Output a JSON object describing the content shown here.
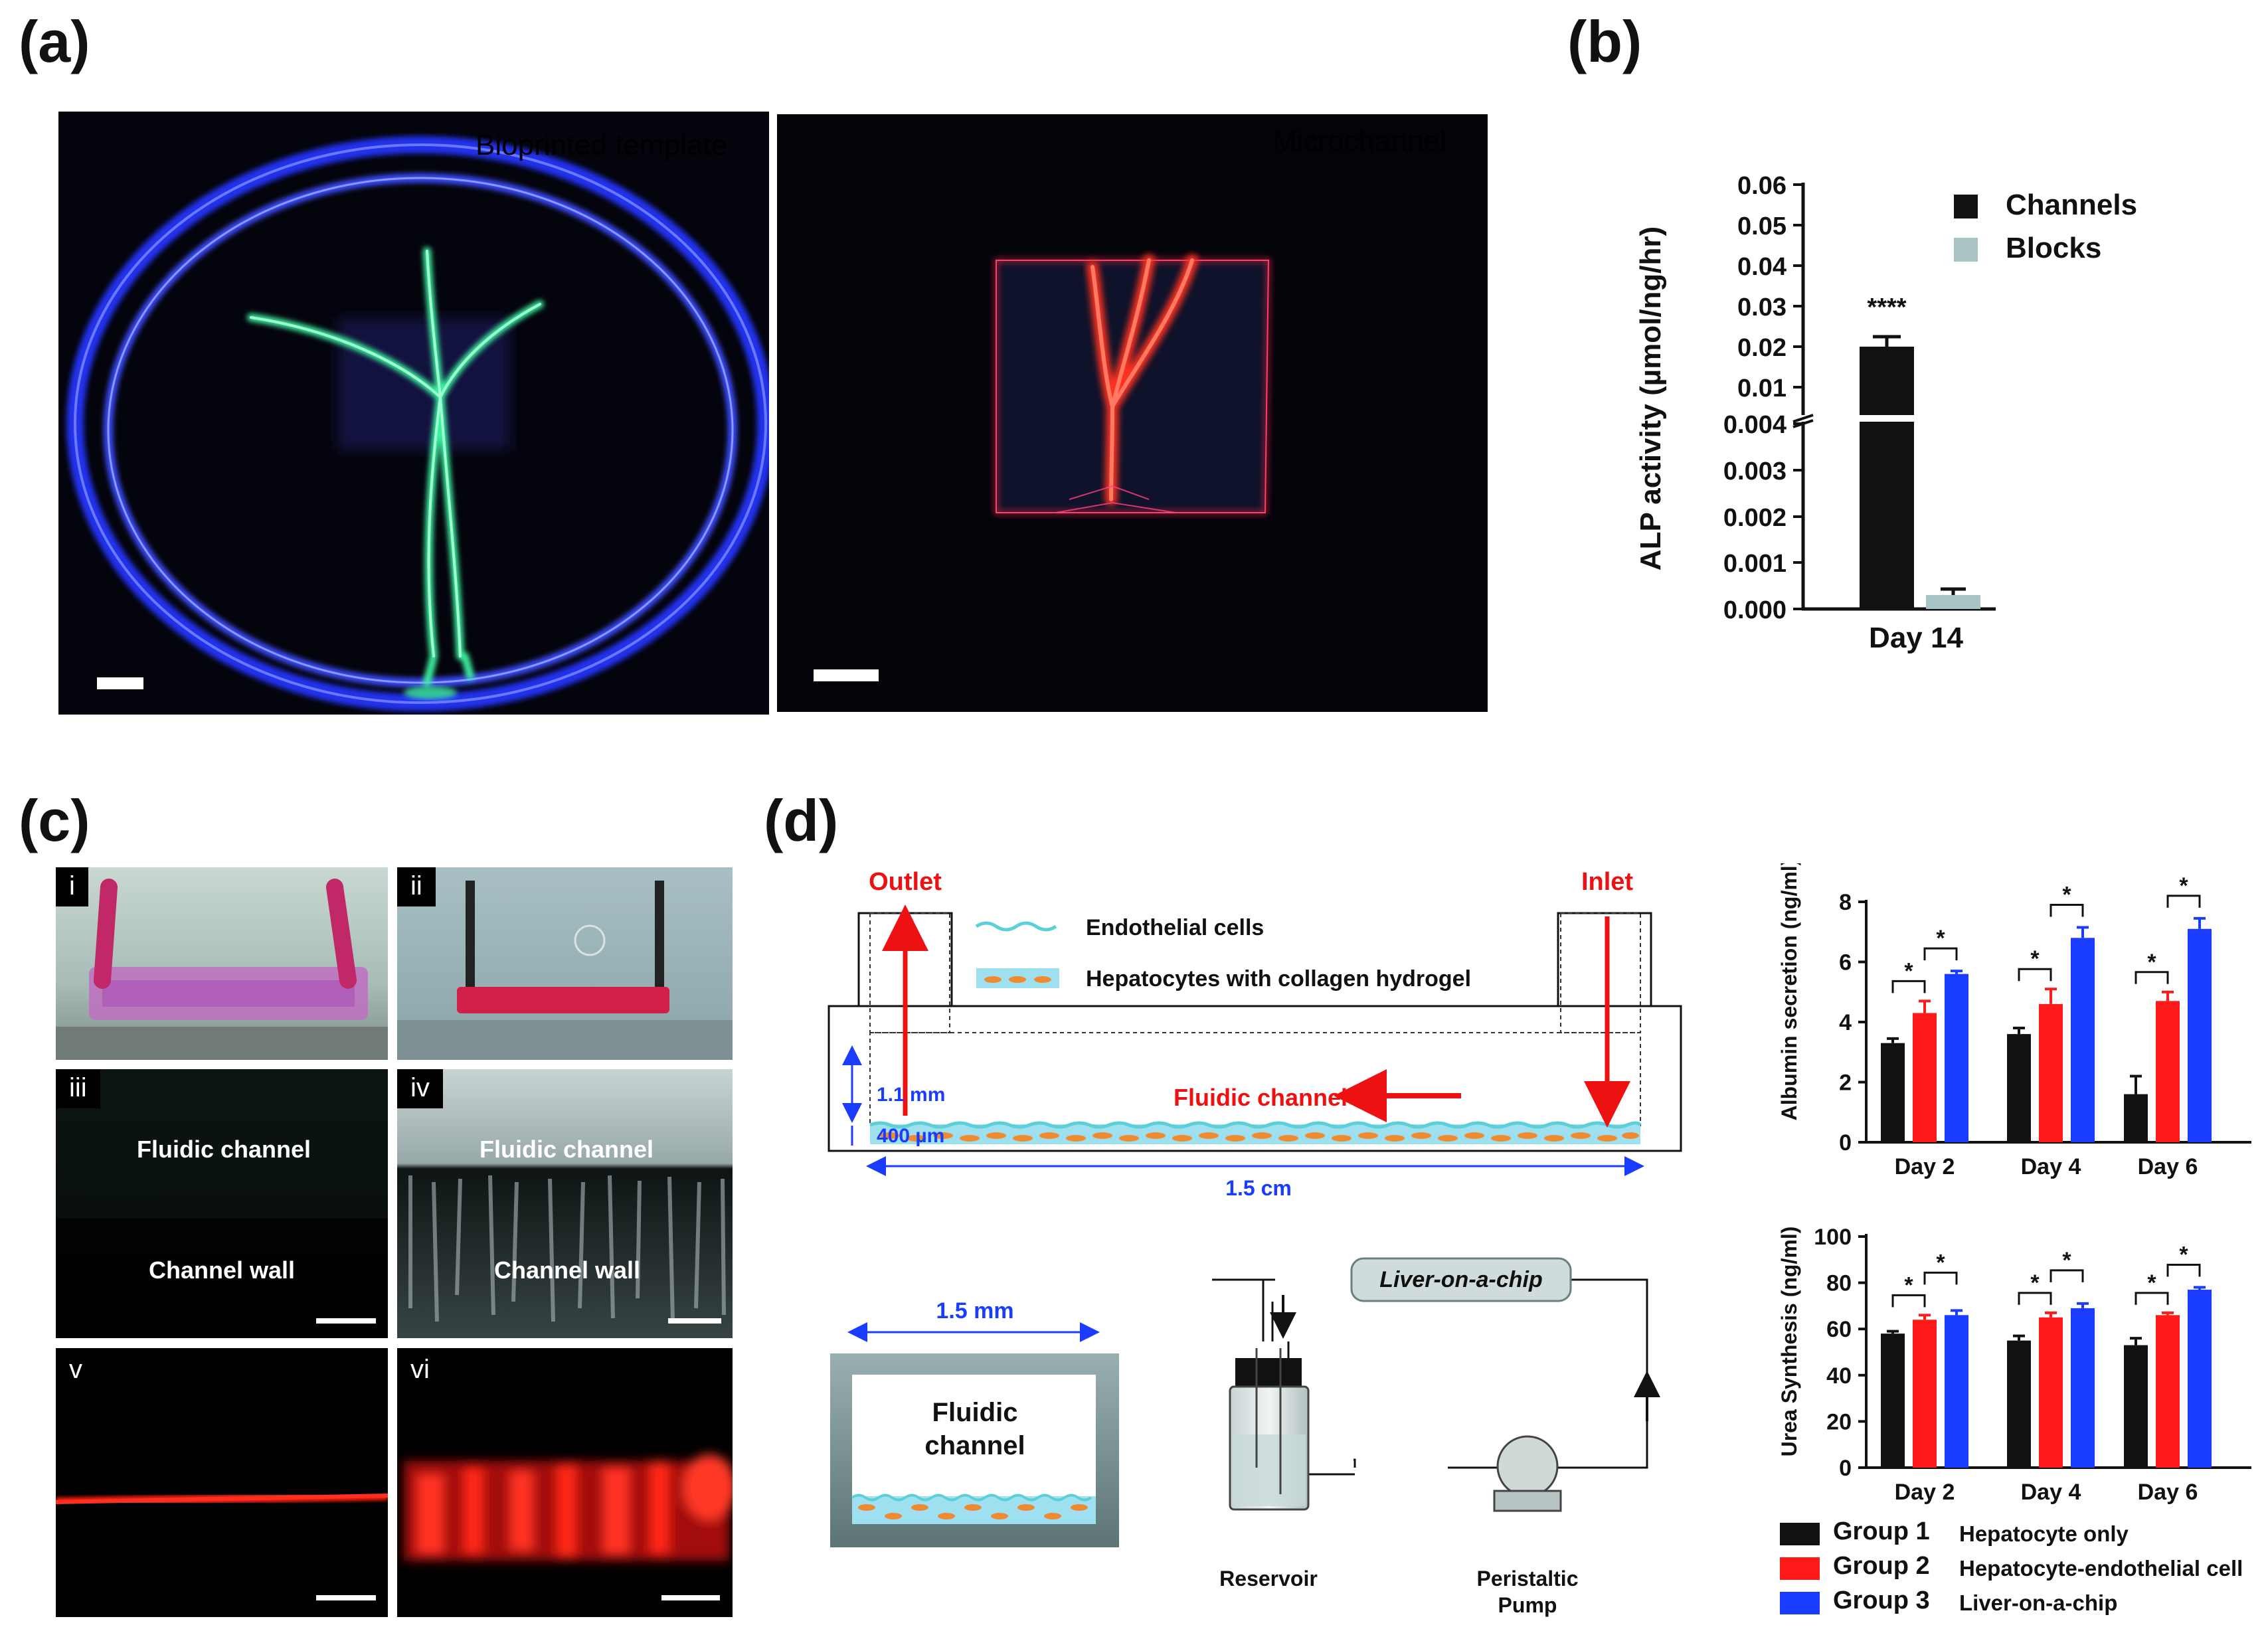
{
  "labels": {
    "a": "(a)",
    "b": "(b)",
    "c": "(c)",
    "d": "(d)"
  },
  "panel_a": {
    "left_caption": "Bioprinted template",
    "right_caption": "Microchannel",
    "left_caption_color": "#5ff0a8",
    "right_caption_color": "#a050f0"
  },
  "panel_b": {
    "ylabel": "ALP activity (µmol/ng/hr)",
    "xlabel": "Day 14",
    "significance": "****",
    "upper_ticks": [
      "0.06",
      "0.05",
      "0.04",
      "0.03",
      "0.02",
      "0.01"
    ],
    "lower_ticks": [
      "0.004",
      "0.003",
      "0.002",
      "0.001",
      "0.000"
    ],
    "legend": [
      {
        "name": "Channels",
        "color": "#111111"
      },
      {
        "name": "Blocks",
        "color": "#a8c4c4"
      }
    ]
  },
  "panel_c": {
    "tiles": [
      {
        "id": "i",
        "label": "i"
      },
      {
        "id": "ii",
        "label": "ii"
      },
      {
        "id": "iii",
        "label": "iii",
        "top_text": "Fluidic channel",
        "bottom_text": "Channel wall"
      },
      {
        "id": "iv",
        "label": "iv",
        "top_text": "Fluidic channel",
        "bottom_text": "Channel wall"
      },
      {
        "id": "v",
        "label": "v"
      },
      {
        "id": "vi",
        "label": "vi"
      }
    ]
  },
  "panel_d": {
    "schematic": {
      "outlet": "Outlet",
      "inlet": "Inlet",
      "legend_endothelial": "Endothelial cells",
      "legend_hepatocytes": "Hepatocytes with collagen hydrogel",
      "fluidic_channel": "Fluidic channel",
      "height_label": "1.1 mm",
      "layer_label": "400 µm",
      "length_label": "1.5 cm"
    },
    "cross_section": {
      "width_label": "1.5 mm",
      "title_line1": "Fluidic",
      "title_line2": "channel"
    },
    "circuit": {
      "chip": "Liver-on-a-chip",
      "reservoir": "Reservoir",
      "pump_line1": "Peristaltic",
      "pump_line2": "Pump"
    },
    "legend": [
      {
        "group": "Group 1",
        "desc": "Hepatocyte only",
        "color": "#111111"
      },
      {
        "group": "Group 2",
        "desc": "Hepatocyte-endothelial cell",
        "color": "#ff1a1a"
      },
      {
        "group": "Group 3",
        "desc": "Liver-on-a-chip",
        "color": "#1a3cff"
      }
    ]
  },
  "chart_data": [
    {
      "id": "b",
      "type": "bar",
      "ylabel": "ALP activity (µmol/ng/hr)",
      "categories": [
        "Day 14"
      ],
      "series": [
        {
          "name": "Channels",
          "values": [
            0.02
          ],
          "errors": [
            0.0025
          ]
        },
        {
          "name": "Blocks",
          "values": [
            0.0003
          ],
          "errors": [
            0.0001
          ]
        }
      ],
      "axis_break": [
        0.004,
        0.01
      ],
      "ylim": [
        0,
        0.06
      ],
      "annotations": [
        "****"
      ],
      "legend_position": "top-right"
    },
    {
      "id": "d-albumin",
      "type": "bar",
      "ylabel": "Albumin secretion (ng/ml)",
      "categories": [
        "Day 2",
        "Day 4",
        "Day 6"
      ],
      "yticks": [
        "0",
        "2",
        "4",
        "6",
        "8"
      ],
      "ylim": [
        0,
        8
      ],
      "series": [
        {
          "name": "Group 1",
          "values": [
            3.3,
            3.6,
            1.6
          ],
          "errors": [
            0.15,
            0.2,
            0.6
          ]
        },
        {
          "name": "Group 2",
          "values": [
            4.3,
            4.6,
            4.7
          ],
          "errors": [
            0.4,
            0.5,
            0.3
          ]
        },
        {
          "name": "Group 3",
          "values": [
            5.6,
            6.8,
            7.1
          ],
          "errors": [
            0.1,
            0.35,
            0.35
          ]
        }
      ],
      "annotations": [
        "*",
        "*",
        "*",
        "*",
        "*",
        "*"
      ]
    },
    {
      "id": "d-urea",
      "type": "bar",
      "ylabel": "Urea Synthesis (ng/ml)",
      "categories": [
        "Day 2",
        "Day 4",
        "Day 6"
      ],
      "yticks": [
        "0",
        "20",
        "40",
        "60",
        "80",
        "100"
      ],
      "ylim": [
        0,
        100
      ],
      "series": [
        {
          "name": "Group 1",
          "values": [
            58,
            55,
            53
          ],
          "errors": [
            1,
            2,
            3
          ]
        },
        {
          "name": "Group 2",
          "values": [
            64,
            65,
            66
          ],
          "errors": [
            2,
            2,
            1
          ]
        },
        {
          "name": "Group 3",
          "values": [
            66,
            69,
            77
          ],
          "errors": [
            2,
            2,
            1
          ]
        }
      ],
      "annotations": [
        "*",
        "*",
        "*",
        "*",
        "*",
        "*"
      ]
    }
  ]
}
